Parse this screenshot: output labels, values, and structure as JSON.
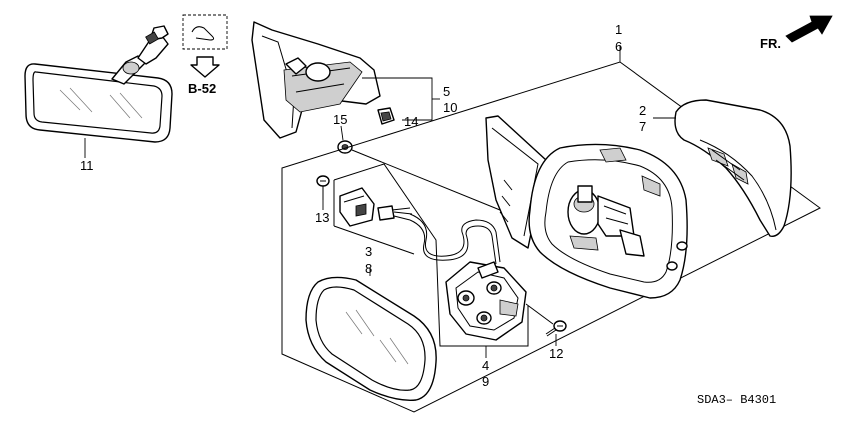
{
  "callouts": {
    "p1": "1",
    "p6": "6",
    "p2": "2",
    "p7": "7",
    "p3": "3",
    "p8": "8",
    "p4": "4",
    "p9": "9",
    "p5": "5",
    "p10": "10",
    "p11": "11",
    "p12": "12",
    "p13": "13",
    "p14": "14",
    "p15": "15"
  },
  "reference": "B-52",
  "direction": "FR.",
  "diagram_code": "SDA3– B4301"
}
